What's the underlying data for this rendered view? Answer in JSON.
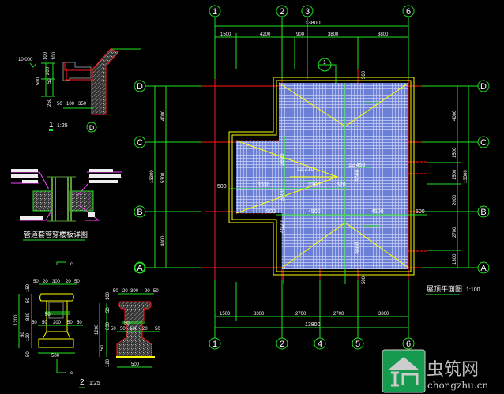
{
  "plan": {
    "title": "屋顶平面图",
    "scale": "1:100",
    "section_mark": {
      "top": "1",
      "bottom": "—"
    },
    "axes_top": [
      "1",
      "2",
      "3",
      "6"
    ],
    "axes_bottom": [
      "1",
      "2",
      "4",
      "5",
      "6"
    ],
    "axes_left": [
      "D",
      "C",
      "B",
      "A"
    ],
    "axes_right": [
      "D",
      "C",
      "B",
      "A"
    ],
    "dims_top_total": "13800",
    "dims_top": [
      "1500",
      "4200",
      "900",
      "3800",
      "3800"
    ],
    "dims_bottom": [
      "1500",
      "3300",
      "2700",
      "2700",
      "3800"
    ],
    "dims_bottom_total": "13800",
    "dims_left": [
      "4000",
      "5300",
      "4000"
    ],
    "dims_left_total": "13300",
    "dims_right": [
      "4000",
      "1500",
      "1500",
      "2000",
      "2700",
      "1300"
    ],
    "dims_right_total": "13300",
    "inner": {
      "elev1": "12.210",
      "elev2": "12.450",
      "d3030": "3030",
      "d3300": "3300",
      "d520": "520",
      "d500a": "500",
      "d500b": "500",
      "d500c": "500",
      "d4500a": "4500",
      "d4500b": "4500",
      "v2820": "2820",
      "v3300": "3300",
      "v4520": "4520",
      "v3000a": "3000",
      "v3000b": "3000",
      "v500top": "500",
      "v500bot": "500"
    }
  },
  "detail1": {
    "num": "1",
    "scale": "1:25",
    "elev": "10.000",
    "axis": "D",
    "dims": [
      "100",
      "100",
      "200",
      "500",
      "50",
      "250",
      "50",
      "100",
      "350"
    ]
  },
  "detail_pipe": {
    "title": "管道套管穿楼板详图"
  },
  "detail2": {
    "num": "2",
    "scale": "1:25",
    "cut": "c",
    "left_top": [
      "50",
      "20",
      "300",
      "20",
      "50"
    ],
    "left_mid": [
      "50",
      "50",
      "50",
      "200",
      "50",
      "50"
    ],
    "left_v": [
      "150",
      "50",
      "830",
      "50",
      "1200",
      "120",
      "50"
    ],
    "left_base": "500",
    "right_top": [
      "50",
      "20",
      "300",
      "20",
      "50"
    ],
    "right_mid": [
      "50",
      "50",
      "50",
      "160",
      "20",
      "50"
    ],
    "right_v": [
      "100",
      "50",
      "830",
      "50",
      "1200",
      "120"
    ],
    "right_base": "500"
  },
  "watermark": {
    "cn": "虫筑网",
    "url": "chongzhu.cn"
  },
  "colors": {
    "bg": "#000000",
    "grid": "#1fe21f",
    "wall": "#ffff00",
    "axisline": "#ff1a1a",
    "roof": "#6b7fd6"
  }
}
